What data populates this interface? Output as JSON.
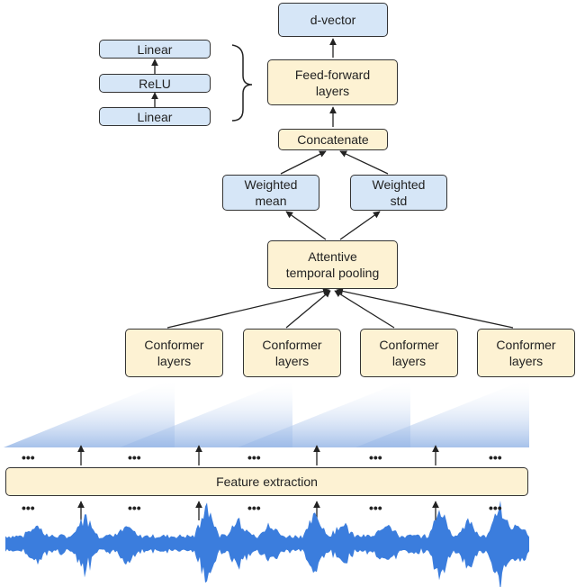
{
  "nodes": {
    "dvector": "d-vector",
    "ff": "Feed-forward\nlayers",
    "linear_top": "Linear",
    "relu": "ReLU",
    "linear_bottom": "Linear",
    "concat": "Concatenate",
    "wmean": "Weighted\nmean",
    "wstd": "Weighted\nstd",
    "atp": "Attentive\ntemporal pooling",
    "conf1": "Conformer\nlayers",
    "conf2": "Conformer\nlayers",
    "conf3": "Conformer\nlayers",
    "conf4": "Conformer\nlayers",
    "feature": "Feature extraction"
  },
  "ellipsis": "•••",
  "colors": {
    "blue_box": "#d6e6f7",
    "yellow_box": "#fdf2d3",
    "waveform": "#3b7ddd",
    "border": "#333333"
  }
}
